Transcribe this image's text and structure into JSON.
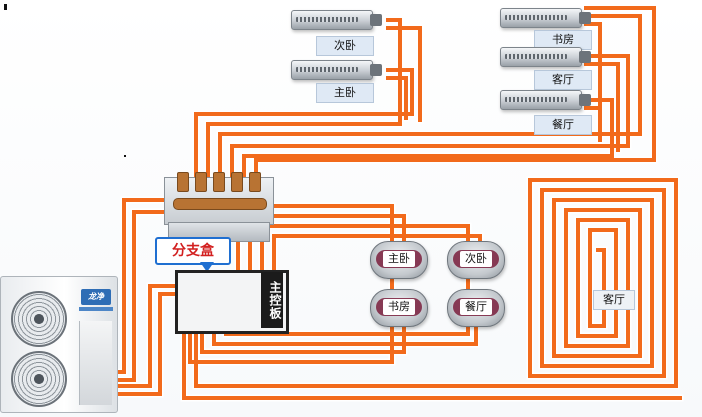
{
  "ducted_units": [
    {
      "label": "次卧"
    },
    {
      "label": "主卧"
    },
    {
      "label": "书房"
    },
    {
      "label": "客厅"
    },
    {
      "label": "餐厅"
    }
  ],
  "wall_units": [
    {
      "label": "主卧"
    },
    {
      "label": "次卧"
    },
    {
      "label": "书房"
    },
    {
      "label": "餐厅"
    }
  ],
  "floor_heating": {
    "label": "客厅"
  },
  "branch_box": {
    "label": "分支盒"
  },
  "control_board": {
    "label": "主控板"
  },
  "outdoor_unit": {
    "brand": "龙净"
  },
  "colors": {
    "pipe": "#f26a1b",
    "pipe_edge": "#ffffff",
    "callout_border": "#1f6fd1",
    "callout_text": "#d21f1f"
  }
}
